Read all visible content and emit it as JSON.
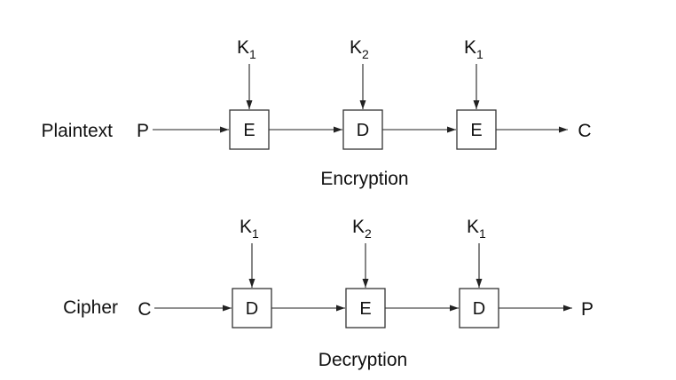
{
  "encryption": {
    "side_label": "Plaintext",
    "input": "P",
    "output": "C",
    "caption": "Encryption",
    "stages": [
      {
        "op": "E",
        "key": "K",
        "key_sub": "1"
      },
      {
        "op": "D",
        "key": "K",
        "key_sub": "2"
      },
      {
        "op": "E",
        "key": "K",
        "key_sub": "1"
      }
    ]
  },
  "decryption": {
    "side_label": "Cipher",
    "input": "C",
    "output": "P",
    "caption": "Decryption",
    "stages": [
      {
        "op": "D",
        "key": "K",
        "key_sub": "1"
      },
      {
        "op": "E",
        "key": "K",
        "key_sub": "2"
      },
      {
        "op": "D",
        "key": "K",
        "key_sub": "1"
      }
    ]
  }
}
